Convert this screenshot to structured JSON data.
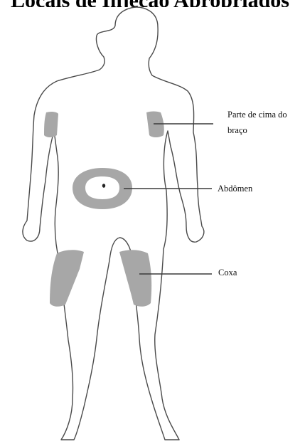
{
  "title": "Locais de Injeção Apropriados",
  "labels": {
    "upper_arm": "Parte de cima do braço",
    "abdomen": "Abdômen",
    "thigh": "Coxa"
  },
  "colors": {
    "zone": "#a7a7a7",
    "outline": "#4a4a4a",
    "text": "#111111"
  }
}
